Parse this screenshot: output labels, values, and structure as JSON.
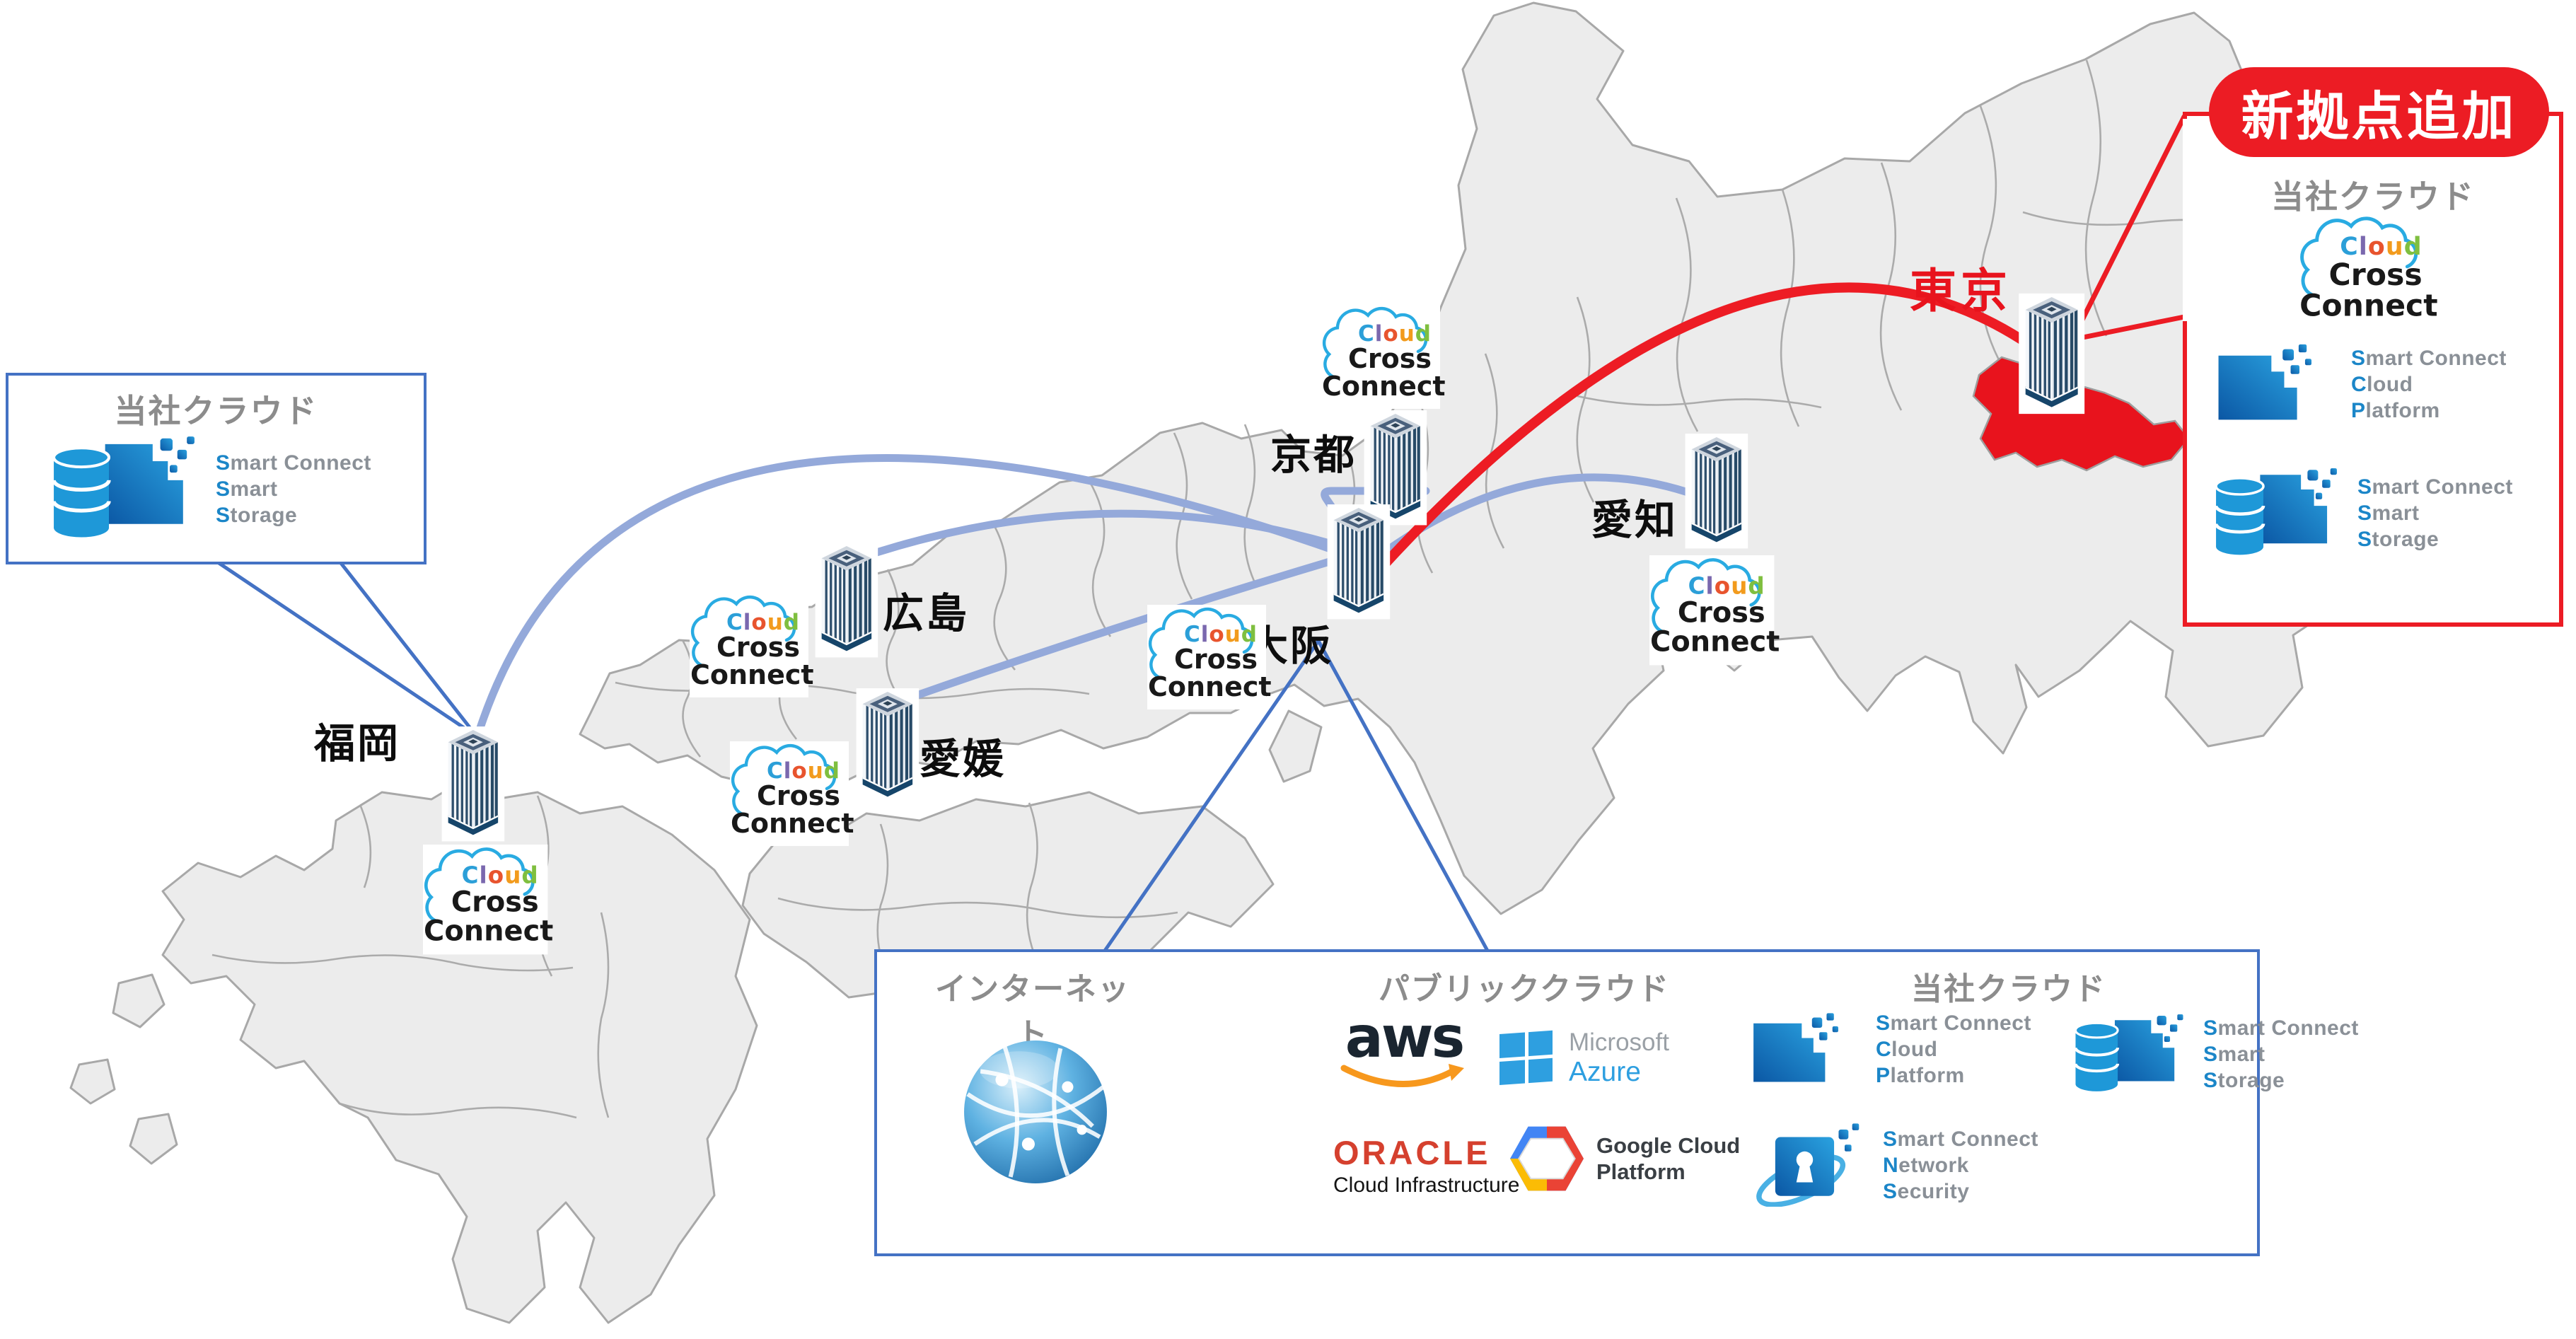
{
  "badge": {
    "label": "新拠点追加"
  },
  "labels": {
    "our_cloud": "当社クラウド",
    "internet": "インターネット",
    "public_cloud": "パブリッククラウド"
  },
  "cities": {
    "tokyo": {
      "name": "東京",
      "highlight": true,
      "note": "new site"
    },
    "kyoto": {
      "name": "京都"
    },
    "osaka": {
      "name": "大阪"
    },
    "aichi": {
      "name": "愛知"
    },
    "hiroshima": {
      "name": "広島"
    },
    "ehime": {
      "name": "愛媛"
    },
    "fukuoka": {
      "name": "福岡"
    }
  },
  "connections": [
    {
      "from": "osaka",
      "to": "fukuoka",
      "type": "existing"
    },
    {
      "from": "osaka",
      "to": "hiroshima",
      "type": "existing"
    },
    {
      "from": "osaka",
      "to": "ehime",
      "type": "existing"
    },
    {
      "from": "osaka",
      "to": "kyoto",
      "type": "existing"
    },
    {
      "from": "osaka",
      "to": "aichi",
      "type": "existing"
    },
    {
      "from": "osaka",
      "to": "tokyo",
      "type": "new-red"
    }
  ],
  "ccc_logo": {
    "letters": [
      "C",
      "l",
      "o",
      "u",
      "d"
    ],
    "line2": "Cross",
    "line3": "Connect"
  },
  "products": {
    "scp": {
      "lines": [
        {
          "lead": "S",
          "rest": "mart Connect"
        },
        {
          "lead": "C",
          "rest": "loud"
        },
        {
          "lead": "P",
          "rest": "latform"
        }
      ]
    },
    "sss": {
      "lines": [
        {
          "lead": "S",
          "rest": "mart Connect"
        },
        {
          "lead": "S",
          "rest": "mart"
        },
        {
          "lead": "S",
          "rest": "torage"
        }
      ]
    },
    "sns": {
      "lines": [
        {
          "lead": "S",
          "rest": "mart Connect"
        },
        {
          "lead": "N",
          "rest": "etwork"
        },
        {
          "lead": "S",
          "rest": "ecurity"
        }
      ]
    }
  },
  "vendors": {
    "aws": {
      "wordmark": "aws"
    },
    "azure": {
      "brand": "Microsoft",
      "product": "Azure"
    },
    "oracle": {
      "wordmark": "ORACLE",
      "sub": "Cloud Infrastructure"
    },
    "gcp": {
      "line1": "Google Cloud",
      "line2": "Platform"
    }
  },
  "colors": {
    "red_accent": "#ec1c24",
    "tokyo_label_red": "#e8131d",
    "callout_blue": "#4472c4",
    "link_blue": "#94a9da",
    "label_gray": "#8c8c8c",
    "land_fill": "#ececec",
    "land_stroke": "#a8a8a8",
    "sc_lead_blue": "#1b86c8",
    "sc_text_gray": "#8a9097",
    "ccc_outline": "#29abe2",
    "aws_orange": "#f7981d",
    "azure_blue": "#2e9fe0",
    "oracle_red": "#d5402e"
  }
}
